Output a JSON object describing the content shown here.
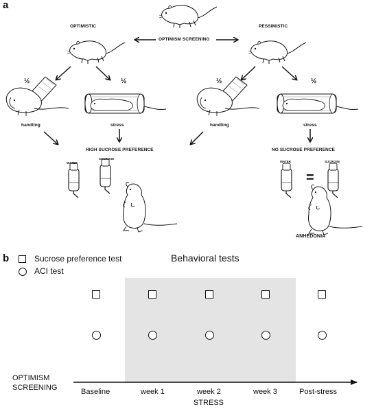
{
  "panel_a": {
    "letter": "a",
    "labels": {
      "optimistic": "OPTIMISTIC",
      "pessimistic": "PESSIMISTIC",
      "screening": "OPTIMISM SCREENING",
      "half": "½",
      "handling": "handling",
      "stress": "stress",
      "high_pref": "HIGH SUCROSE PREFERENCE",
      "no_pref": "NO SUCROSE PREFERENCE",
      "water": "WATER",
      "sucrose": "SUCROSE",
      "equals": "=",
      "anhedonia": "ANHEDONIA"
    }
  },
  "panel_b": {
    "letter": "b",
    "legend": [
      {
        "symbol": "square",
        "label": "Sucrose preference test"
      },
      {
        "symbol": "circle",
        "label": "ACI test"
      }
    ],
    "title": "Behavioral tests",
    "axis_left_label_line1": "OPTIMISM",
    "axis_left_label_line2": "SCREENING",
    "xlabel": "STRESS",
    "timepoints": [
      "Baseline",
      "week 1",
      "week 2",
      "week 3",
      "Post-stress"
    ],
    "stress_shaded": [
      "week 1",
      "week 2",
      "week 3"
    ],
    "colors": {
      "shade": "#e4e4e4",
      "line": "#111111"
    }
  }
}
